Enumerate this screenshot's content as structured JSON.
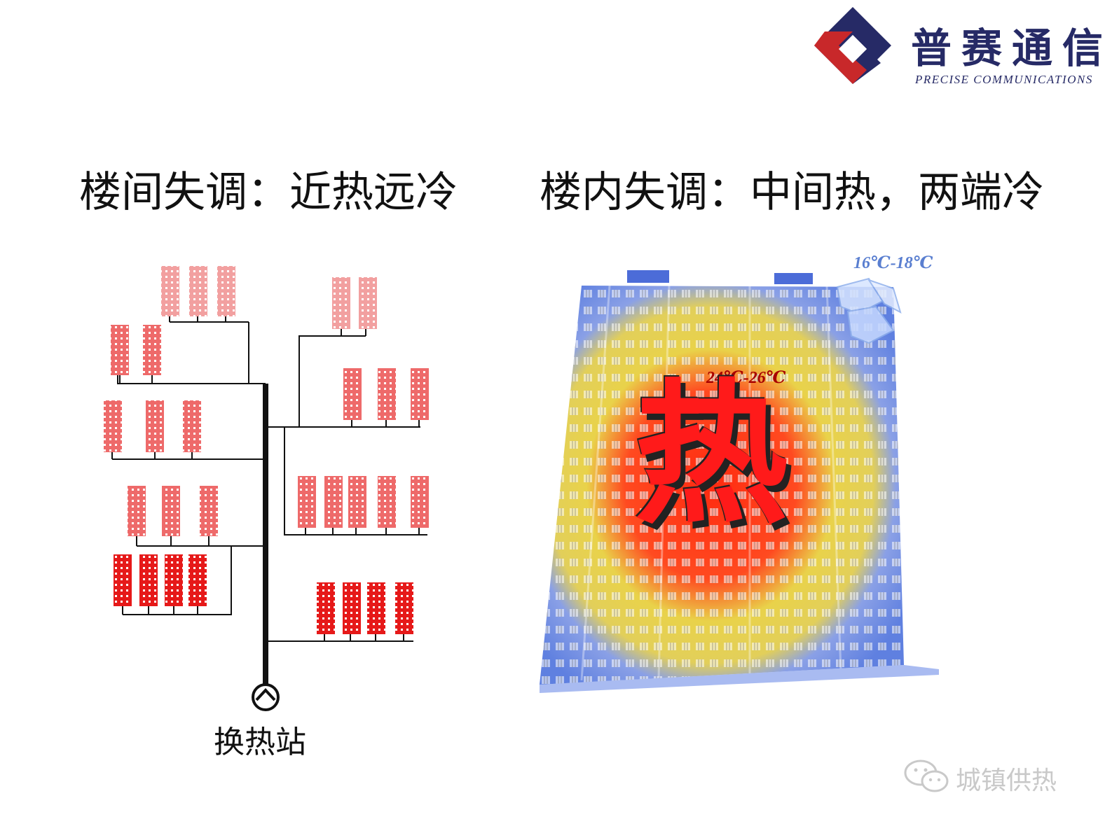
{
  "logo": {
    "name_cn": "普赛通信",
    "name_en": "PRECISE COMMUNICATIONS",
    "colors": {
      "navy": "#262a66",
      "red": "#c8282a"
    }
  },
  "headings": {
    "left": "楼间失调：近热远冷",
    "right": "楼内失调：中间热，两端冷"
  },
  "network": {
    "station_label": "换热站",
    "colors": {
      "light": "#f2a0a0",
      "medium": "#ee6a6a",
      "strong": "#e61919",
      "pipe": "#111111"
    }
  },
  "building": {
    "temp_top": "16℃-18℃",
    "temp_mid": "24℃-26℃",
    "hot_char": "热",
    "colors": {
      "cold": "#6f8ee8",
      "warm": "#e8d24a",
      "hot": "#ff3d1f"
    }
  },
  "watermark": {
    "text": "城镇供热",
    "icon": "wechat-icon"
  }
}
